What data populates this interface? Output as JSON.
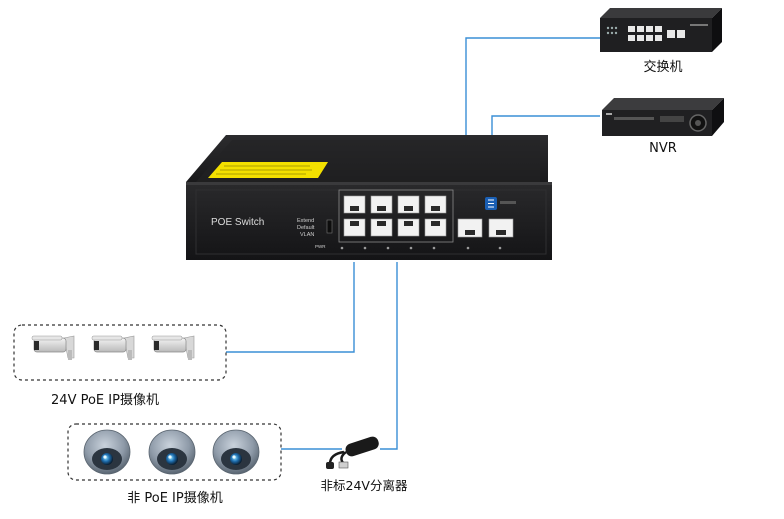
{
  "labels": {
    "switch_top": "交换机",
    "nvr": "NVR",
    "poe_cams": "24V PoE  IP摄像机",
    "nonpoe_cams": "非 PoE  IP摄像机",
    "injector": "非标24V分离器"
  },
  "main_switch": {
    "name": "POE Switch",
    "mode_labels": [
      "Extend",
      "Default",
      "VLAN"
    ],
    "led_label": "PWR",
    "warning_label_color": "#f3e000",
    "brand_color": "#1a5fb4",
    "body_color": "#1f1f21"
  },
  "colors": {
    "link": "#3a8fd6",
    "dashed_box": "#333333"
  },
  "icons": {
    "top_switch": "network-switch-icon",
    "nvr": "nvr-recorder-icon",
    "bullet_camera": "bullet-camera-icon",
    "dome_camera": "dome-camera-icon",
    "injector": "poe-splitter-icon"
  }
}
